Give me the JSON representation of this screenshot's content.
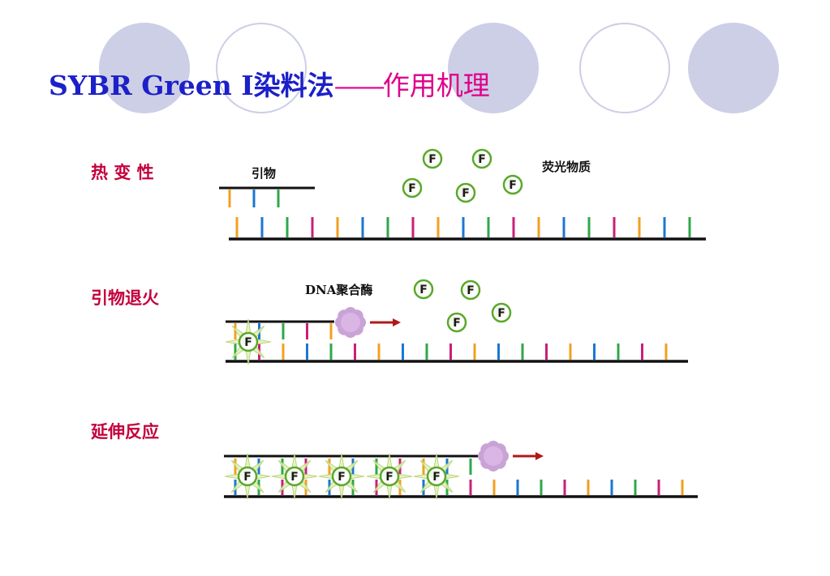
{
  "slide": {
    "title_main": "SYBR Green I染料法",
    "title_dash": "——",
    "title_sub": "作用机理"
  },
  "steps": [
    {
      "label": "热 变 性"
    },
    {
      "label": "引物退火"
    },
    {
      "label": "延伸反应"
    }
  ],
  "figure": {
    "primer_label": "引物",
    "dye_label": "荧光物质",
    "polymerase_label": "DNA聚合酶",
    "dye_symbol": "F"
  },
  "colors": {
    "title_blue": "#1c20c8",
    "title_magenta": "#e0008a",
    "step_label_red": "#c4003c",
    "deco_circle": "#cccfe6",
    "base_colors": [
      "#f2a020",
      "#1a78d0",
      "#2ea84a",
      "#c8207a"
    ],
    "polymerase": "#c9a3d6",
    "arrow": "#b01818",
    "dye_green": "#5aa82a"
  },
  "icons": {
    "dye": "dye-molecule-icon",
    "polymerase": "polymerase-icon",
    "arrow": "direction-arrow-icon"
  }
}
